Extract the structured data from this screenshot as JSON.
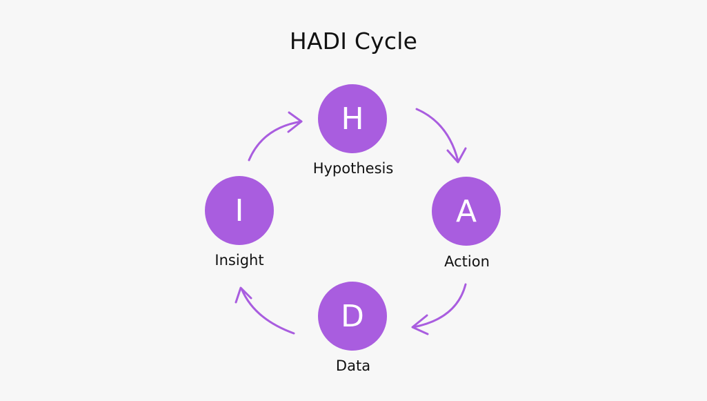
{
  "title": "HADI Cycle",
  "accent_color": "#a95ddf",
  "nodes": [
    {
      "letter": "H",
      "label": "Hypothesis"
    },
    {
      "letter": "A",
      "label": "Action"
    },
    {
      "letter": "D",
      "label": "Data"
    },
    {
      "letter": "I",
      "label": "Insight"
    }
  ],
  "flow": [
    "H",
    "A",
    "D",
    "I",
    "H"
  ]
}
